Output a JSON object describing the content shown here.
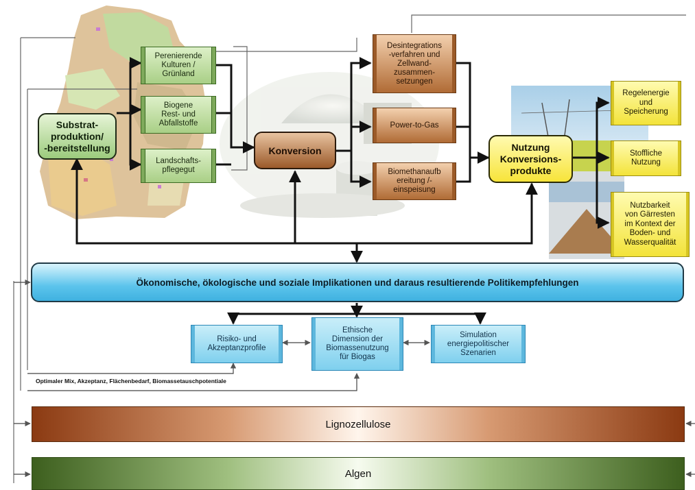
{
  "nodes": {
    "substrat": "Substrat-\nproduktion/\n-bereitstellung",
    "perenierende": "Perenierende\nKulturen /\nGrünland",
    "biogene": "Biogene\nRest- und\nAbfallstoffe",
    "landschaft": "Landschafts-\npflegegut",
    "konversion": "Konversion",
    "desintegration": "Desintegrations\n-verfahren und\nZellwand-\nzusammen-\nsetzungen",
    "power_to_gas": "Power-to-Gas",
    "biomethan": "Biomethanaufb\nereitung /-\neinspeisung",
    "nutzung": "Nutzung\nKonversions-\nprodukte",
    "regelenergie": "Regelenergie\nund\nSpeicherung",
    "stoffliche": "Stoffliche\nNutzung",
    "gaerreste": "Nutzbarkeit\nvon Gärresten\nim Kontext der\nBoden- und\nWasserqualität"
  },
  "implications": "Ökonomische, ökologische und soziale Implikationen und daraus resultierende Politikempfehlungen",
  "sub_boxes": {
    "risiko": "Risiko- und\nAkzeptanzprofile",
    "ethische": "Ethische\nDimension der\nBiomassenutzung\nfür Biogas",
    "simulation": "Simulation\nenergiepolitischer\nSzenarien"
  },
  "caption": "Optimaler Mix, Akzeptanz, Flächenbedarf, Biomassetauschpotentiale",
  "bands": {
    "lignozellulose": "Lignozellulose",
    "algen": "Algen"
  },
  "colors": {
    "substrate_green": "#9ccb7d",
    "conversion_brown": "#9b5a2a",
    "usage_yellow": "#f7e43a",
    "implication_blue": "#3fb1e0",
    "ligno_brown": "#8b3a12",
    "algen_green": "#3d5f1e"
  }
}
